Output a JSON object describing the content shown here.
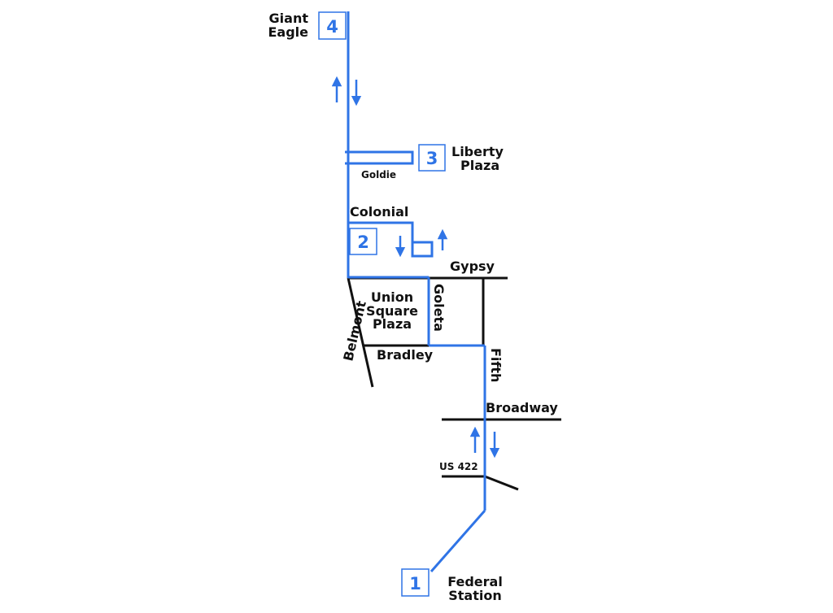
{
  "colors": {
    "route": "#2f74e6",
    "street": "#111111",
    "background": "#ffffff"
  },
  "stops": {
    "s1": {
      "number": "1",
      "name_line1": "Federal",
      "name_line2": "Station"
    },
    "s2": {
      "number": "2"
    },
    "s3": {
      "number": "3",
      "name_line1": "Liberty",
      "name_line2": "Plaza"
    },
    "s4": {
      "number": "4",
      "name_line1": "Giant",
      "name_line2": "Eagle"
    }
  },
  "streets": {
    "goldie": "Goldie",
    "colonial": "Colonial",
    "gypsy": "Gypsy",
    "belmont": "Belmont",
    "goleta": "Goleta",
    "bradley": "Bradley",
    "fifth": "Fifth",
    "broadway": "Broadway",
    "us422": "US 422"
  },
  "landmarks": {
    "union_square_line1": "Union",
    "union_square_line2": "Square",
    "union_square_line3": "Plaza"
  },
  "direction_arrows": [
    {
      "name": "north-section",
      "directions": [
        "up",
        "down"
      ]
    },
    {
      "name": "colonial-loop",
      "directions": [
        "down",
        "up"
      ]
    },
    {
      "name": "south-section",
      "directions": [
        "up",
        "down"
      ]
    }
  ]
}
